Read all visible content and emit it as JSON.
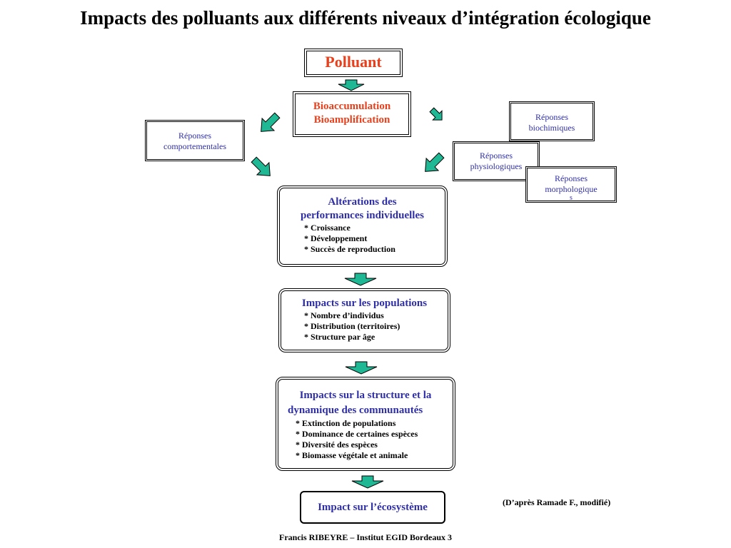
{
  "title": "Impacts des polluants aux différents niveaux d’intégration écologique",
  "polluant": "Polluant",
  "bioaccumulation": [
    "Bioaccumulation",
    "Bioamplification"
  ],
  "responses": {
    "comportementales": [
      "Réponses",
      "comportementales"
    ],
    "biochimiques": [
      "Réponses",
      "biochimiques"
    ],
    "physiologiques": [
      "Réponses",
      "physiologiques"
    ],
    "morphologiques": [
      "Réponses",
      "morphologique",
      "s"
    ]
  },
  "individual": {
    "heading": [
      "Altérations des",
      "performances individuelles"
    ],
    "items": [
      "* Croissance",
      "* Développement",
      "* Succès de reproduction"
    ]
  },
  "populations": {
    "heading": "Impacts sur les populations",
    "items": [
      "* Nombre d’individus",
      "* Distribution (territoires)",
      "* Structure par âge"
    ]
  },
  "communities": {
    "heading": [
      "Impacts sur la structure et la",
      "dynamique des communautés"
    ],
    "items": [
      "* Extinction de populations",
      "* Dominance de certaines espèces",
      "* Diversité des espèces",
      "* Biomasse végétale et animale"
    ]
  },
  "ecosystem": "Impact sur l’écosystème",
  "source": "(D’après Ramade F., modifié)",
  "footer": "Francis RIBEYRE – Institut EGID Bordeaux 3",
  "colors": {
    "arrow_fill": "#1fb894",
    "heading_blue": "#2e2ea8",
    "polluant_red": "#e8401c"
  }
}
